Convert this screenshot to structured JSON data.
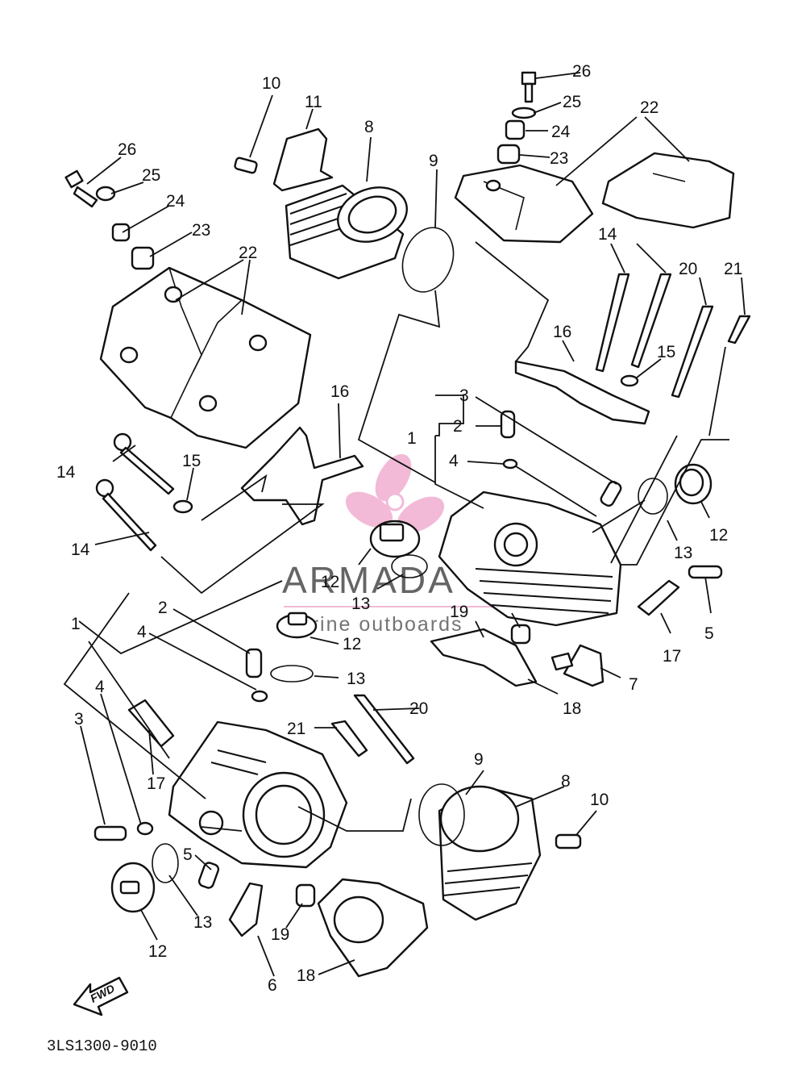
{
  "diagram": {
    "code": "3LS1300-9010",
    "fwd_label": "FWD",
    "watermark": {
      "name": "ARMADA",
      "subtitle": "marine outboards",
      "color": "#e8a0c4"
    },
    "callouts": {
      "c26a": "26",
      "c25a": "25",
      "c24a": "24",
      "c23a": "23",
      "c22a": "22",
      "c26b": "26",
      "c25b": "25",
      "c24b": "24",
      "c23b": "23",
      "c22b": "22",
      "c10a": "10",
      "c11": "11",
      "c8a": "8",
      "c9a": "9",
      "c14a": "14",
      "c14b": "14",
      "c14c": "14",
      "c20a": "20",
      "c21a": "21",
      "c16a": "16",
      "c16b": "16",
      "c15a": "15",
      "c15b": "15",
      "c3a": "3",
      "c2a": "2",
      "c1a": "1",
      "c4a": "4",
      "c12a": "12",
      "c13a": "13",
      "c12b": "12",
      "c13b": "13",
      "c5a": "5",
      "c17a": "17",
      "c19a": "19",
      "c7": "7",
      "c18a": "18",
      "c2b": "2",
      "c1b": "1",
      "c4b": "4",
      "c4c": "4",
      "c3b": "3",
      "c12c": "12",
      "c13c": "13",
      "c20b": "20",
      "c21b": "21",
      "c17b": "17",
      "c9b": "9",
      "c8b": "8",
      "c10b": "10",
      "c5b": "5",
      "c13d": "13",
      "c12d": "12",
      "c19b": "19",
      "c6": "6",
      "c18b": "18"
    }
  }
}
